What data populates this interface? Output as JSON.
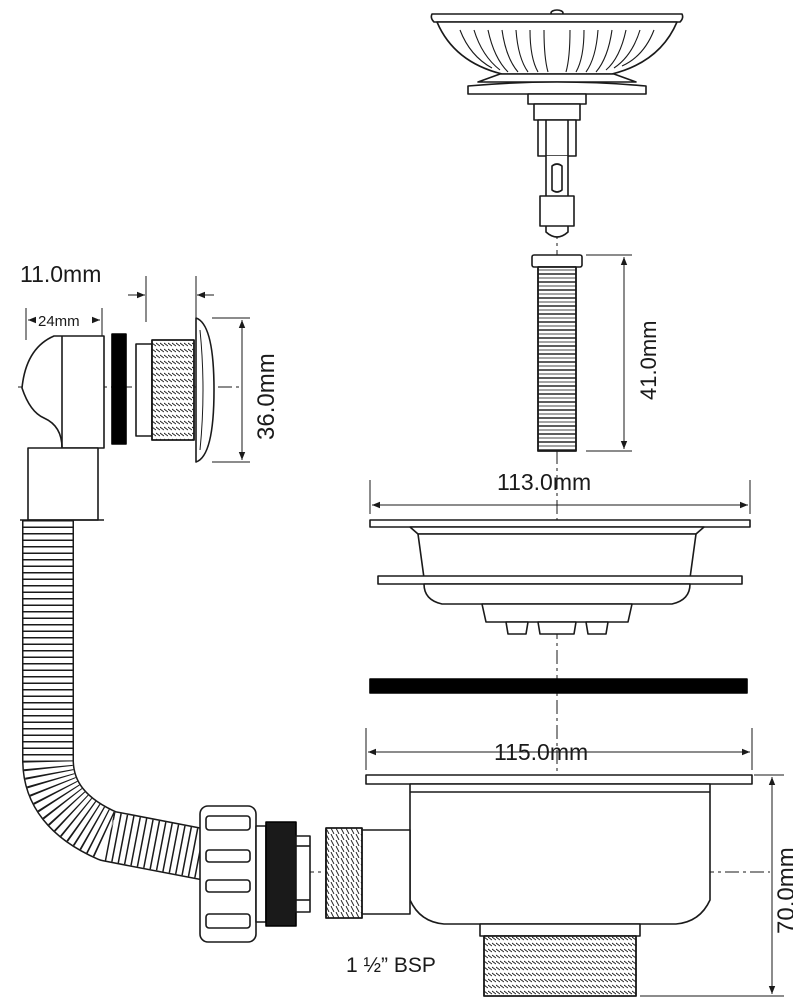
{
  "dimensions": {
    "overflow_gap": "11.0mm",
    "overflow_width": "24mm",
    "overflow_height": "36.0mm",
    "bolt_length": "41.0mm",
    "strainer_width": "113.0mm",
    "flange_width": "115.0mm",
    "body_height": "70.0mm"
  },
  "labels": {
    "outlet_thread": "1 ½” BSP"
  },
  "colors": {
    "line": "#1a1a1a",
    "fill": "#ffffff",
    "washer": "#000000"
  }
}
